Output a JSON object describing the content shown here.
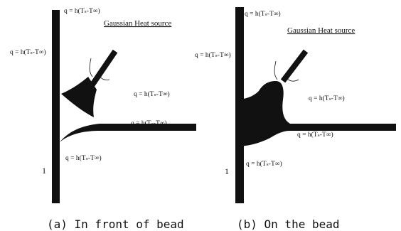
{
  "panel_a": {
    "source_label": "Gaussian Heat source",
    "bc_top": "q = h(Tₛ-T∞)",
    "bc_left": "q = h(Tₛ-T∞)",
    "bc_right": "q = h(Tₛ-T∞)",
    "bc_flange_top": "q = h(Tₛ-T∞)",
    "bc_bottom": "q = h(Tₛ-T∞)",
    "wall_number": "1",
    "caption": "(a) In front of bead"
  },
  "panel_b": {
    "source_label": "Gaussian Heat source",
    "bc_top": "q = h(Tₛ-T∞)",
    "bc_left": "q = h(Tₛ-T∞)",
    "bc_right": "q = h(Tₛ-T∞)",
    "bc_flange_bottom": "q = h(Tₛ-T∞)",
    "bc_bottom": "q = h(Tₛ-T∞)",
    "wall_number": "1",
    "caption": "(b) On the bead"
  }
}
